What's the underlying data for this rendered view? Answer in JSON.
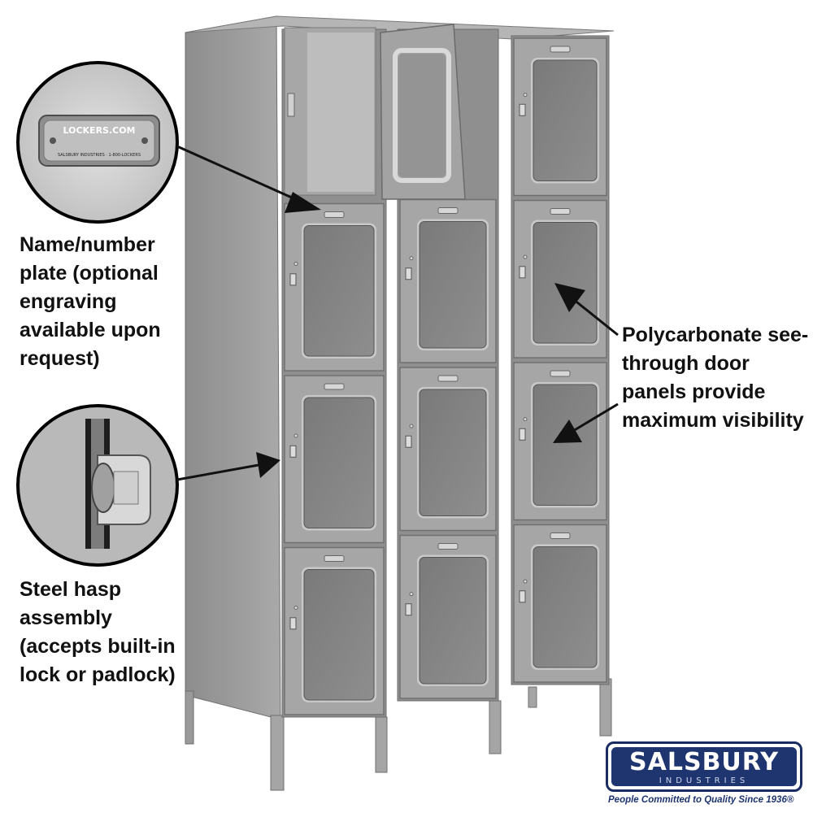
{
  "callouts": {
    "nameplate": {
      "label": "Name/number plate (optional engraving available upon request)",
      "plate_text": "LOCKERS.COM",
      "plate_subtext": "SALSBURY INDUSTRIES · 1-800-LOCKERS"
    },
    "hasp": {
      "label": "Steel hasp assembly (accepts built-in lock or padlock)"
    },
    "door_panels": {
      "label": "Polycarbonate see-through door panels provide maximum visibility"
    }
  },
  "brand": {
    "logo_text": "SALSBURY",
    "logo_subtext": "INDUSTRIES",
    "tagline": "People Committed to Quality Since 1936®",
    "colors": {
      "navy": "#1f3570",
      "locker_gray": "#9c9c9c"
    }
  },
  "locker": {
    "columns": 3,
    "tiers": 4
  }
}
